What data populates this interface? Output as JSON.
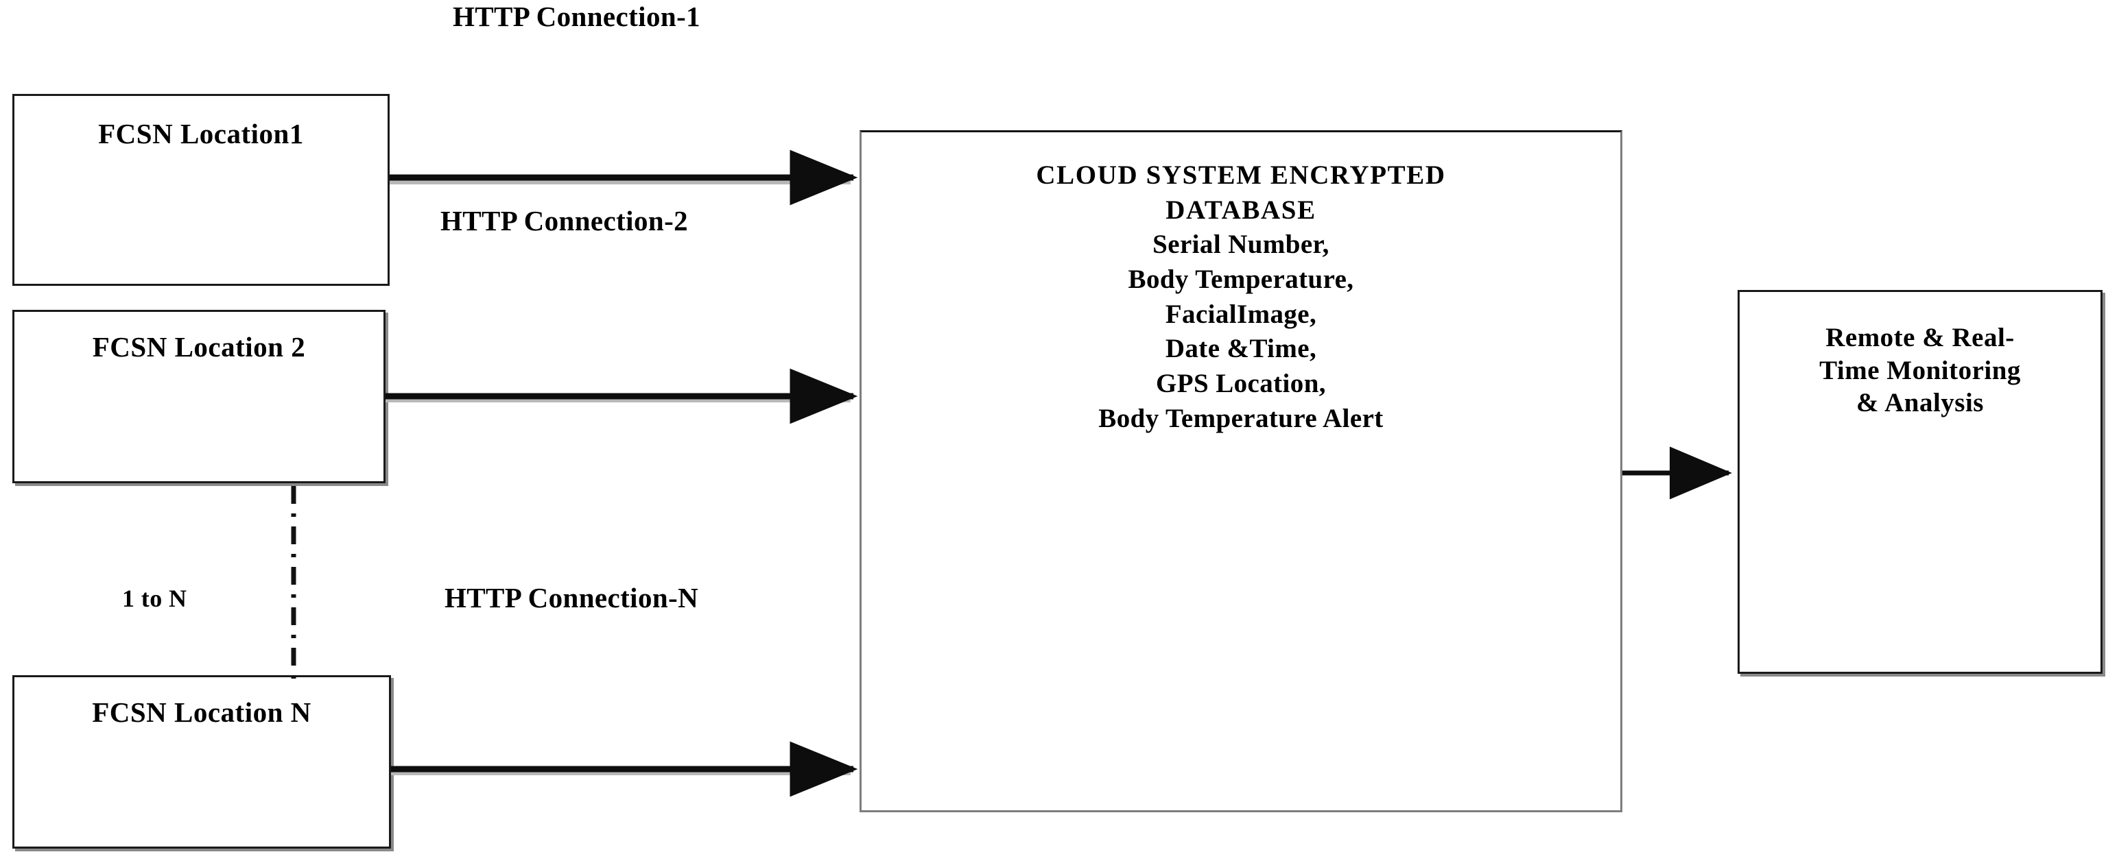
{
  "diagram": {
    "title_text": "HTTP Connection-1",
    "sources": [
      {
        "id": "fcsn-1",
        "label": "FCSN Location1"
      },
      {
        "id": "fcsn-2",
        "label": "FCSN Location 2"
      },
      {
        "id": "fcsn-n",
        "label": "FCSN Location N"
      }
    ],
    "connection_labels": [
      {
        "id": "conn-1",
        "label": "HTTP Connection-1"
      },
      {
        "id": "conn-2",
        "label": "HTTP Connection-2"
      },
      {
        "id": "conn-n",
        "label": "HTTP Connection-N"
      }
    ],
    "range_label": "1 to N",
    "cloud": {
      "heading_line1": "CLOUD SYSTEM ENCRYPTED",
      "heading_line2": "DATABASE",
      "fields": [
        "Serial Number,",
        "Body Temperature,",
        "FacialImage,",
        "Date &Time,",
        "GPS Location,",
        "Body Temperature Alert"
      ]
    },
    "sink": {
      "line1": "Remote & Real-",
      "line2": "Time Monitoring",
      "line3": "& Analysis"
    },
    "colors": {
      "stroke": "#141414",
      "shadow": "#7d7d7d",
      "background": "#ffffff",
      "text": "#000000"
    }
  }
}
